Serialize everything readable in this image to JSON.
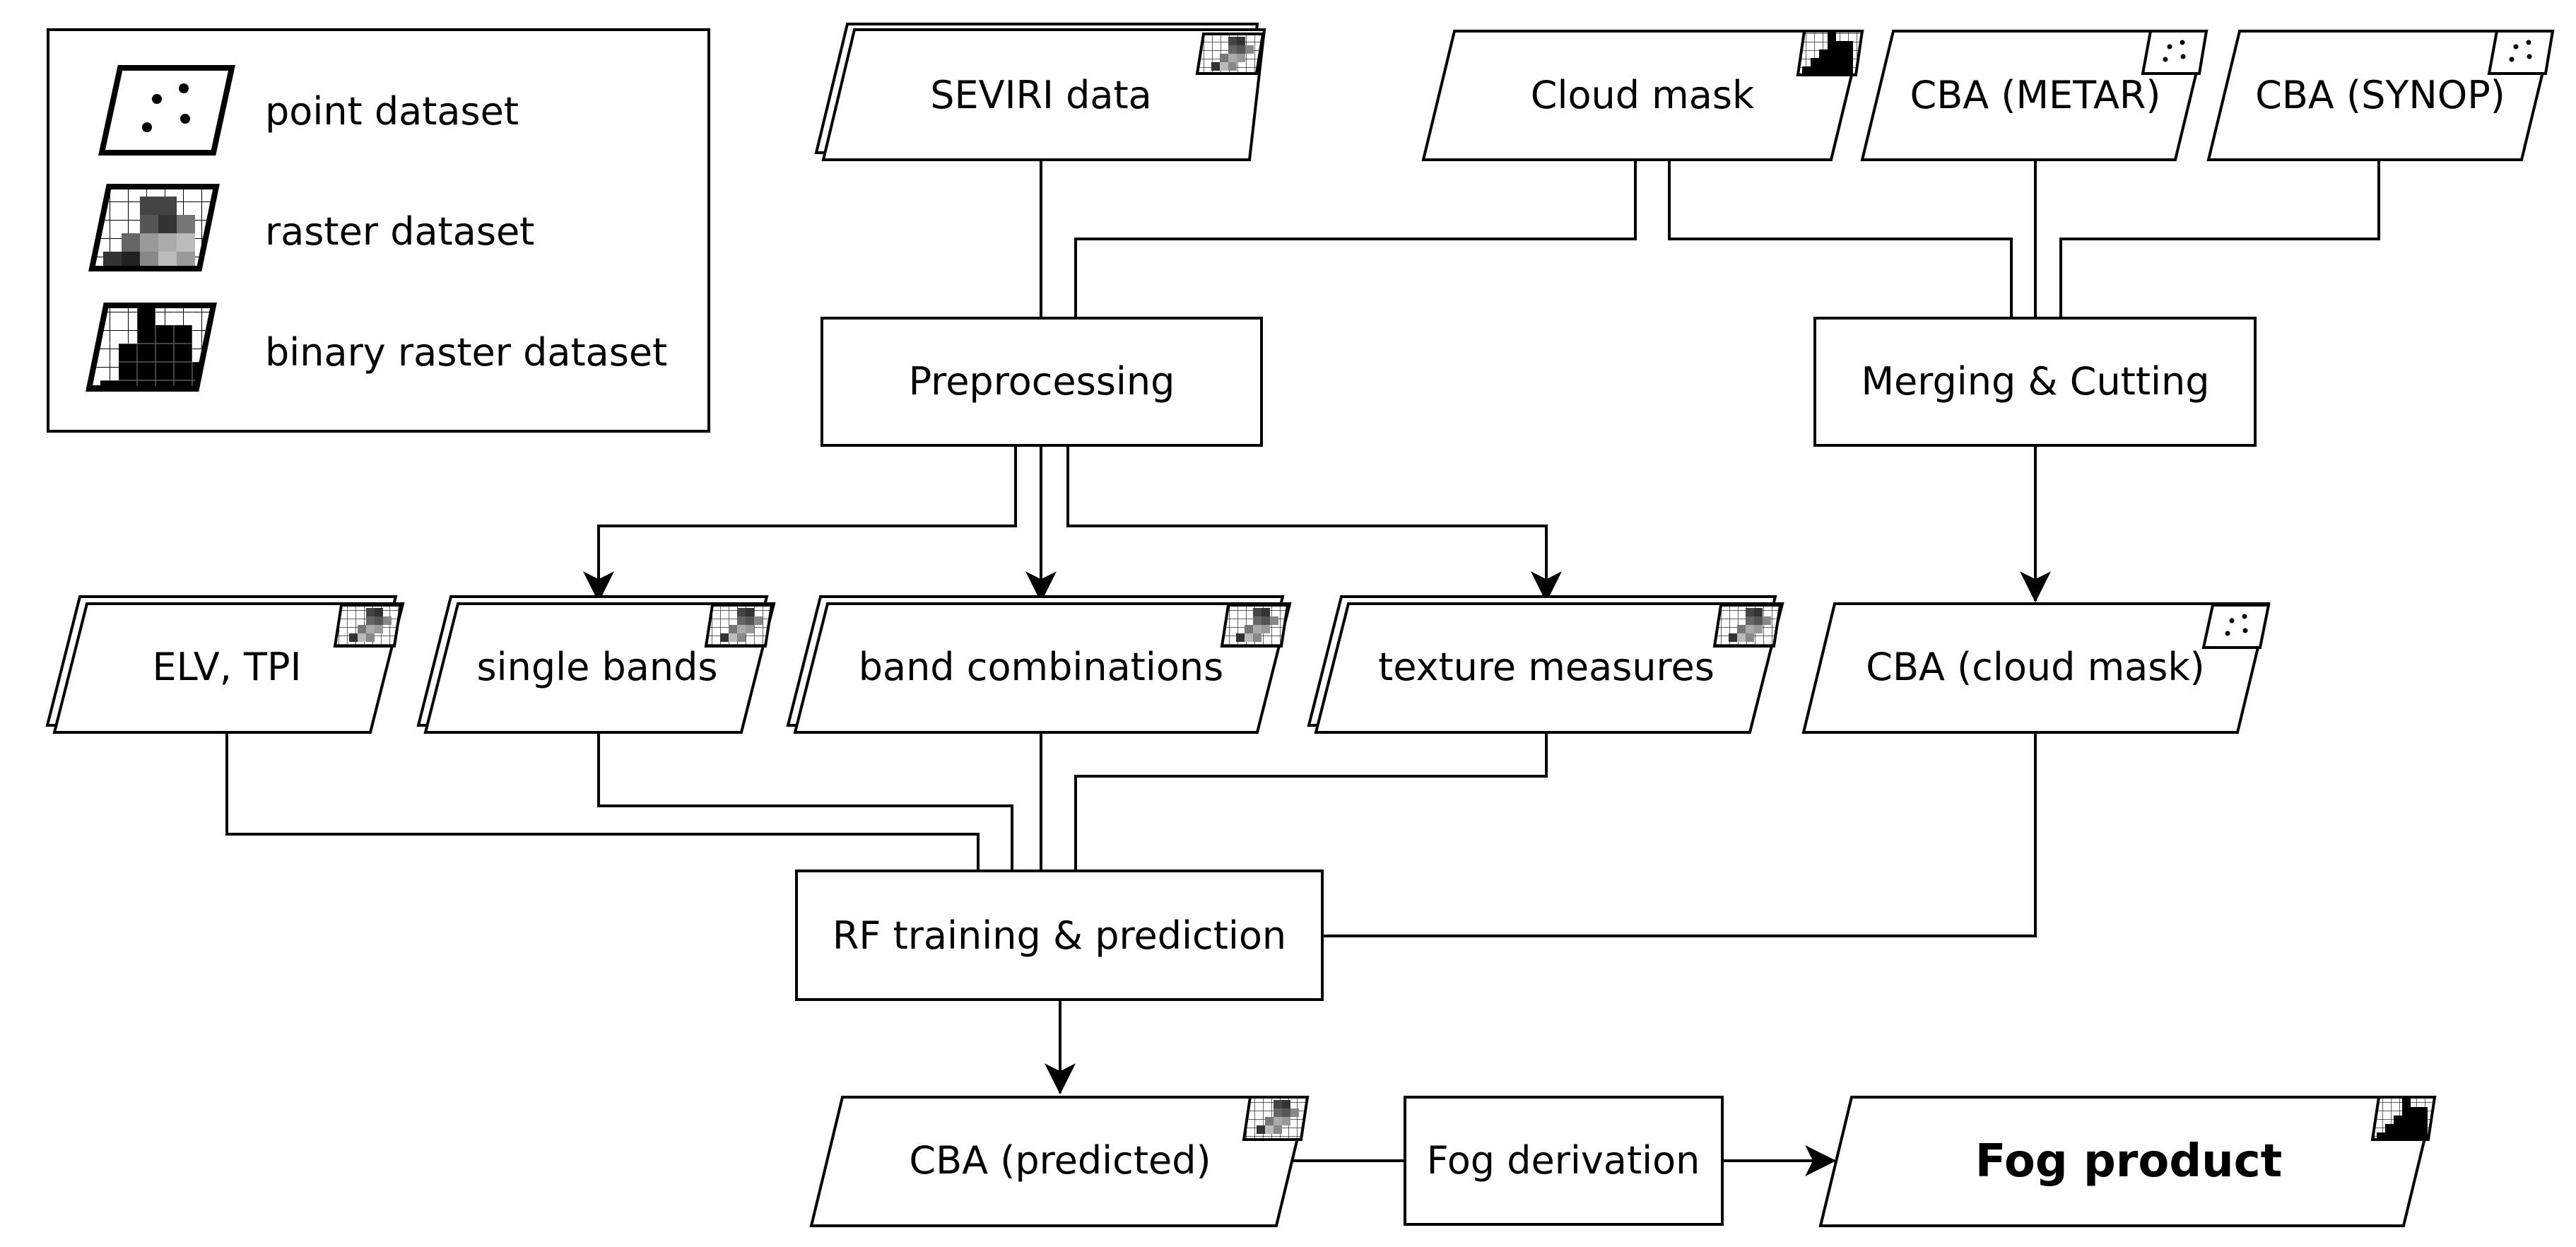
{
  "legend": {
    "items": [
      {
        "icon": "point-dataset-icon",
        "label": "point dataset"
      },
      {
        "icon": "raster-dataset-icon",
        "label": "raster dataset"
      },
      {
        "icon": "binary-raster-dataset-icon",
        "label": "binary raster dataset"
      }
    ]
  },
  "datasets": {
    "seviri": "SEVIRI data",
    "cloud_mask": "Cloud mask",
    "cba_metar": "CBA (METAR)",
    "cba_synop": "CBA (SYNOP)",
    "elv_tpi": "ELV, TPI",
    "single_bands": "single bands",
    "band_combinations": "band combinations",
    "texture_measures": "texture measures",
    "cba_cloud_mask": "CBA (cloud mask)",
    "cba_predicted": "CBA (predicted)",
    "fog_product": "Fog product"
  },
  "processes": {
    "preprocessing": "Preprocessing",
    "merging_cutting": "Merging & Cutting",
    "rf": "RF training & prediction",
    "fog_derivation": "Fog derivation"
  }
}
